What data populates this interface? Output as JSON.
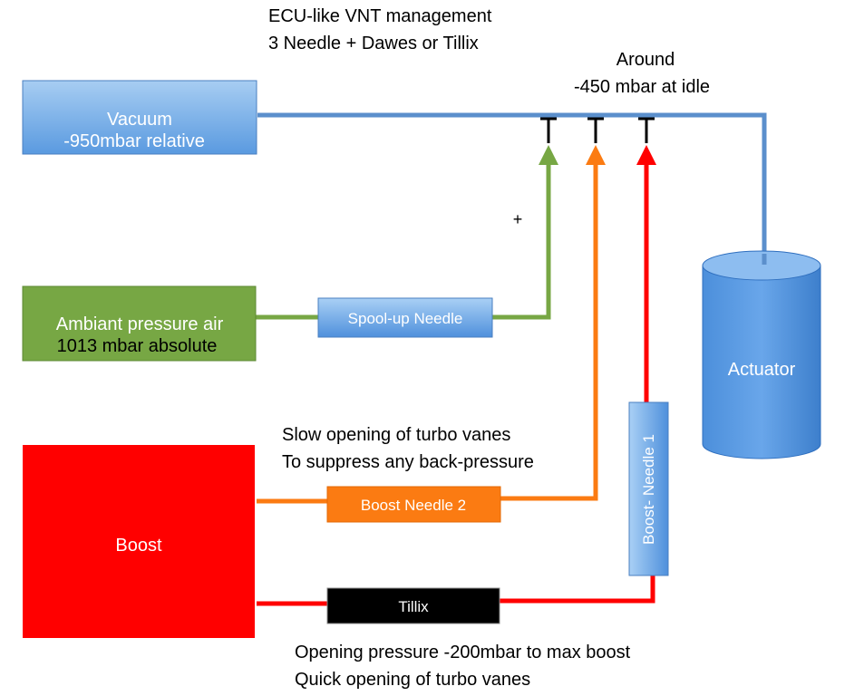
{
  "title": {
    "line1": "ECU-like  VNT management",
    "line2": "3 Needle + Dawes or Tillix"
  },
  "idle_note": {
    "line1": "Around",
    "line2": "-450 mbar at idle"
  },
  "plus_sign": "+",
  "sources": {
    "vacuum": {
      "line1": "Vacuum",
      "line2": "-950mbar relative"
    },
    "ambient": {
      "line1": "Ambiant pressure air",
      "line2": "1013 mbar absolute"
    },
    "boost": {
      "label": "Boost"
    }
  },
  "components": {
    "spool_needle": "Spool-up Needle",
    "boost_needle_2": "Boost Needle 2",
    "boost_needle_1": "Boost-  Needle 1",
    "tillix": "Tillix",
    "actuator": "Actuator"
  },
  "notes": {
    "slow_line1": "Slow opening of turbo vanes",
    "slow_line2": "To suppress  any back-pressure",
    "open_line1": "Opening pressure -200mbar to max boost",
    "open_line2": "Quick opening of turbo vanes"
  },
  "colors": {
    "vacuum": "#5b8fcc",
    "ambient": "#77a744",
    "boost": "#ff0000",
    "needle2": "#fb7b12",
    "tillix": "#000000"
  }
}
